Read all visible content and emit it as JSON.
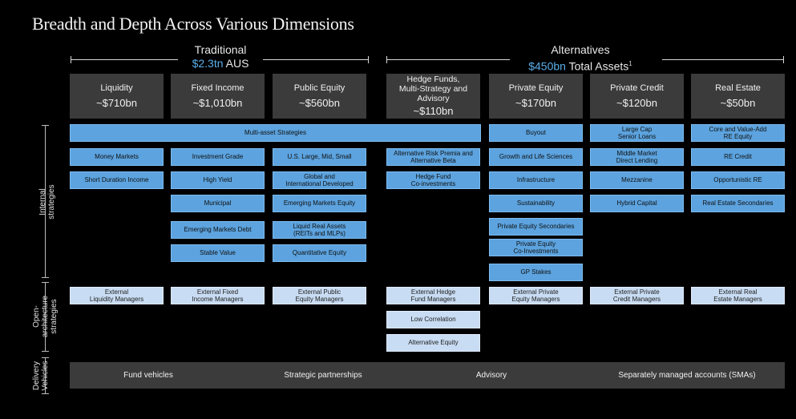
{
  "title": "Breadth and Depth Across Various Dimensions",
  "traditional": {
    "label": "Traditional",
    "amount": "$2.3tn",
    "suffix": " AUS"
  },
  "alternatives": {
    "label": "Alternatives",
    "amount": "$450bn",
    "suffix": " Total Assets",
    "footnote": "1"
  },
  "columns": [
    {
      "name": "Liquidity",
      "amount": "~$710bn"
    },
    {
      "name": "Fixed Income",
      "amount": "~$1,010bn"
    },
    {
      "name": "Public Equity",
      "amount": "~$560bn"
    },
    {
      "name": "Hedge Funds,\nMulti-Strategy and\nAdvisory",
      "amount": "~$110bn"
    },
    {
      "name": "Private Equity",
      "amount": "~$170bn"
    },
    {
      "name": "Private Credit",
      "amount": "~$120bn"
    },
    {
      "name": "Real Estate",
      "amount": "~$50bn"
    }
  ],
  "row_labels": {
    "internal": "Internal\nstrategies",
    "open": "Open-\narchitecture\nstrategies",
    "delivery": "Delivery\nVehicles"
  },
  "multi_asset": "Multi-asset Strategies",
  "internal": [
    [
      "Money Markets",
      "Short Duration Income"
    ],
    [
      "Investment Grade",
      "High Yield",
      "Municipal",
      "Emerging Markets Debt",
      "Stable Value"
    ],
    [
      "U.S. Large, Mid, Small",
      "Global and\nInternational Developed",
      "Emerging Markets Equity",
      "Liquid Real Assets\n(REITs and MLPs)",
      "Quantitative Equity"
    ],
    [
      "Alternative Risk Premia and\nAlternative Beta",
      "Hedge Fund\nCo-investments"
    ],
    [
      "Buyout",
      "Growth and Life Sciences",
      "Infrastructure",
      "Sustainability",
      "Private Equity Secondaries",
      "Private Equity\nCo-Investments",
      "GP Stakes"
    ],
    [
      "Large Cap\nSenior Loans",
      "Middle Market\nDirect Lending",
      "Mezzanine",
      "Hybrid Capital"
    ],
    [
      "Core and Value-Add\nRE Equity",
      "RE Credit",
      "Opportunistic RE",
      "Real Estate Secondaries"
    ]
  ],
  "open_architecture": [
    [
      "External\nLiquidity Managers"
    ],
    [
      "External Fixed\nIncome Managers"
    ],
    [
      "External Public\nEquity Managers"
    ],
    [
      "External Hedge\nFund Managers",
      "Low Correlation",
      "Alternative Equity"
    ],
    [
      "External Private\nEquity Managers"
    ],
    [
      "External Private\nCredit Managers"
    ],
    [
      "External Real\nEstate Managers"
    ]
  ],
  "delivery_vehicles": [
    "Fund vehicles",
    "Strategic partnerships",
    "Advisory",
    "Separately managed accounts (SMAs)"
  ]
}
